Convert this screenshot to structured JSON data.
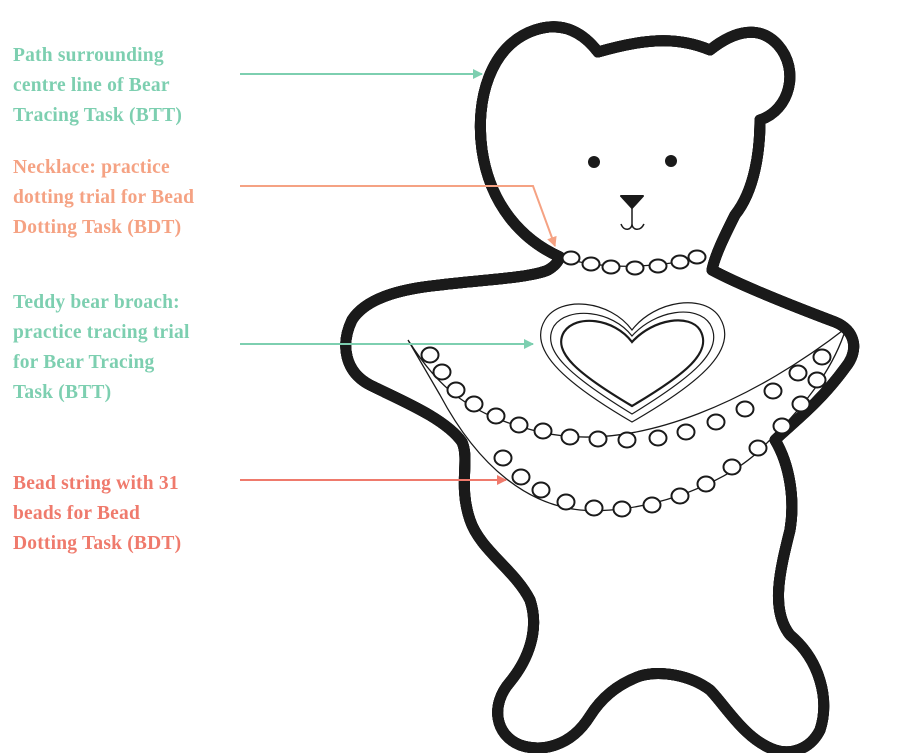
{
  "colors": {
    "teal": "#7dcfb0",
    "salmon": "#f5a283",
    "red": "#ef7a6c",
    "outline": "#1a1a1a"
  },
  "labels": {
    "path": {
      "color": "#7dcfb0",
      "lines": [
        "Path surrounding",
        "centre  line of Bear",
        "Tracing Task (BTT)"
      ]
    },
    "necklace": {
      "color": "#f5a283",
      "lines": [
        "Necklace: practice",
        "dotting trial for Bead",
        "Dotting Task (BDT)"
      ]
    },
    "broach": {
      "color": "#7dcfb0",
      "lines": [
        "Teddy bear broach:",
        "practice tracing trial",
        "for Bear Tracing",
        "Task (BTT)"
      ]
    },
    "bead_string": {
      "color": "#ef7a6c",
      "lines": [
        "Bead string with 31",
        "beads for Bead",
        "Dotting Task (BDT)"
      ]
    }
  },
  "figure": {
    "necklace_bead_count": 7,
    "string_bead_count": 31
  }
}
